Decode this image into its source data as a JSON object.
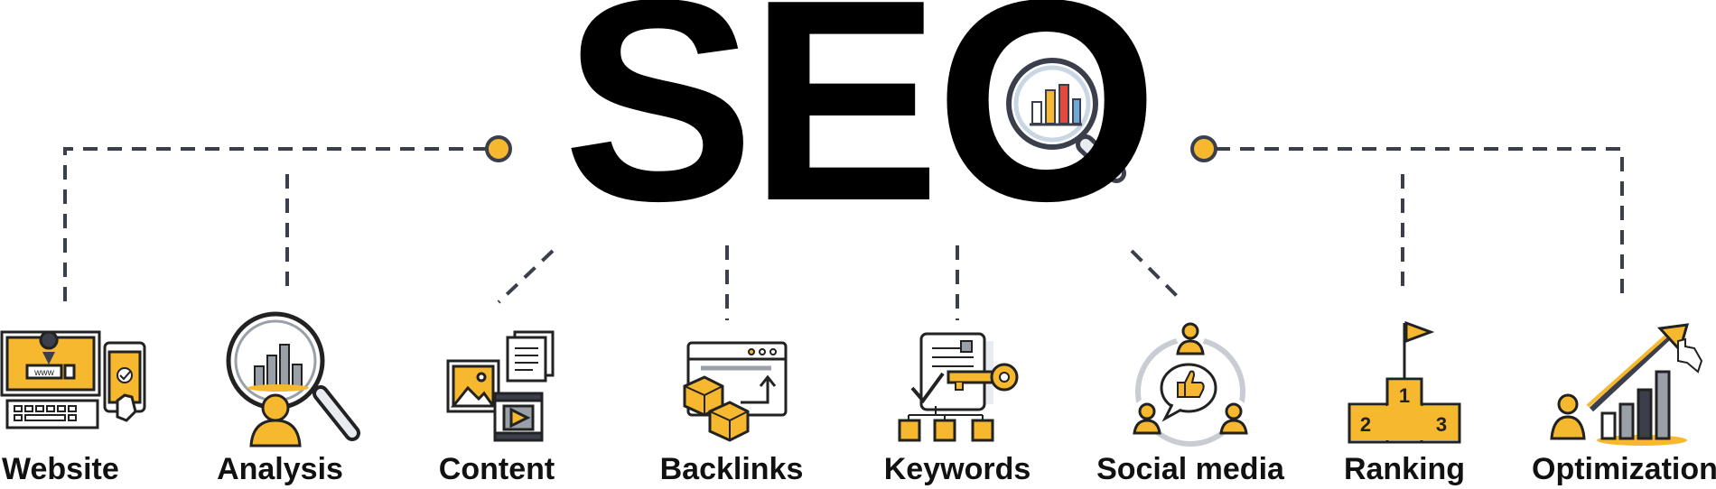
{
  "headline": "SEO",
  "colors": {
    "accent": "#F5B82E",
    "outline": "#3A3F4B",
    "text": "#111111",
    "connector": "#3A3F4B"
  },
  "items": [
    {
      "label": "Website",
      "icon": "website-devices-icon"
    },
    {
      "label": "Analysis",
      "icon": "analysis-magnifier-icon"
    },
    {
      "label": "Content",
      "icon": "content-media-icon"
    },
    {
      "label": "Backlinks",
      "icon": "backlinks-browser-icon"
    },
    {
      "label": "Keywords",
      "icon": "keywords-key-icon"
    },
    {
      "label": "Social media",
      "icon": "social-media-icon"
    },
    {
      "label": "Ranking",
      "icon": "ranking-podium-icon"
    },
    {
      "label": "Optimization",
      "icon": "optimization-growth-icon"
    }
  ]
}
